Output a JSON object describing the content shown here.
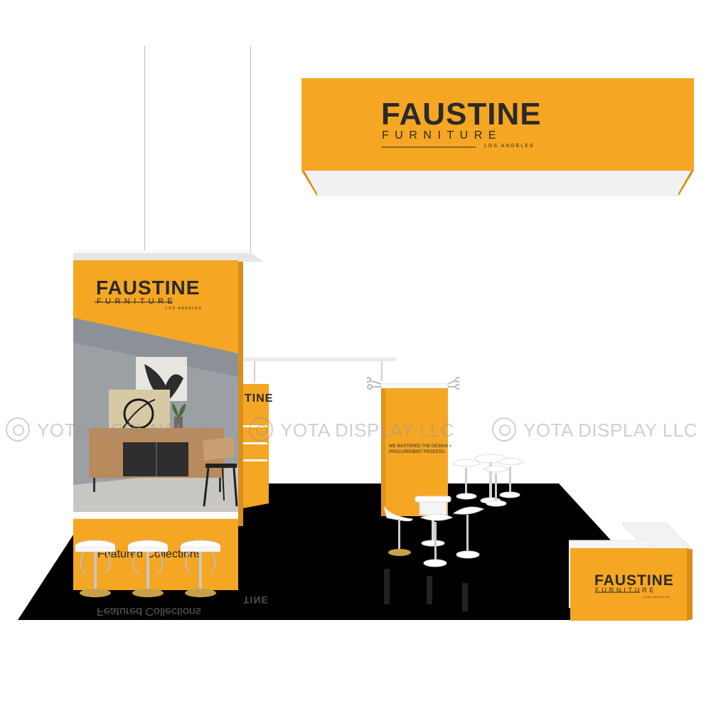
{
  "colors": {
    "brand_orange": "#f5a623",
    "floor": "#000000",
    "background": "#ffffff",
    "logo_text": "#2a2a2a"
  },
  "hanging_sign": {
    "brand": "FAUSTINE",
    "sub": "FURNITURE",
    "city": "LOS ANGELES"
  },
  "tower": {
    "brand": "FAUSTINE",
    "sub": "FURNITURE",
    "city": "LOS ANGELES",
    "counter_text": "Featured Collections"
  },
  "side_panel": {
    "brand_fragment": "TINE"
  },
  "kiosk": {
    "tagline_line1": "WE MASTERED THE DESIGN +",
    "tagline_line2": "PROCUREMENT PROCESS."
  },
  "reception_counter": {
    "brand": "FAUSTINE",
    "sub": "FURNITURE",
    "city": "LOS ANGELES"
  },
  "floor_reflection": {
    "counter_text": "Featured Collections",
    "brand_fragment": "TINE"
  },
  "watermark": {
    "text": "YOTA DISPLAY LLC"
  }
}
